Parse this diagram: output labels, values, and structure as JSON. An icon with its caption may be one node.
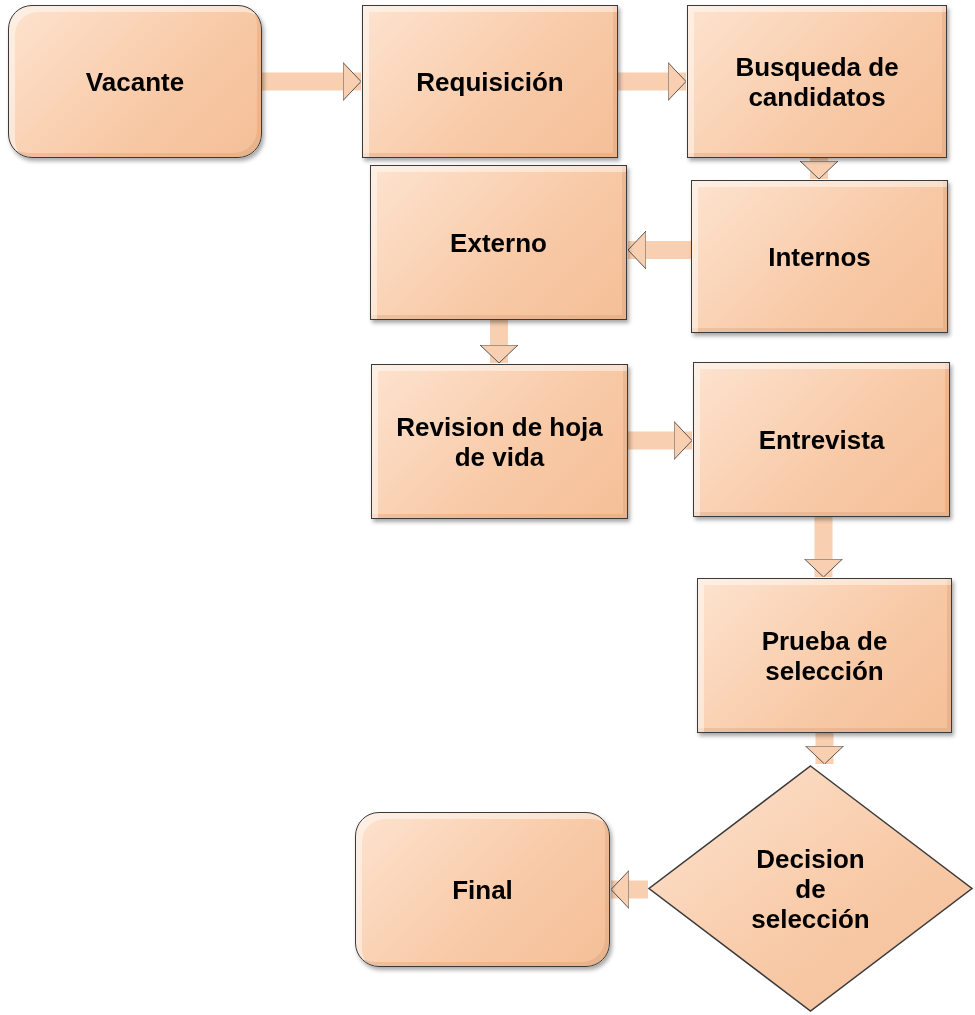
{
  "diagram": {
    "nodes": [
      {
        "text": [
          "Vacante"
        ]
      },
      {
        "text": [
          "Requisición"
        ]
      },
      {
        "text": [
          "Busqueda de candidatos"
        ]
      },
      {
        "text": [
          "Externo"
        ]
      },
      {
        "text": [
          "Internos"
        ]
      },
      {
        "text": [
          "Revision de hoja de vida"
        ]
      },
      {
        "text": [
          "Entrevista"
        ]
      },
      {
        "text": [
          "Prueba de selección"
        ]
      },
      {
        "text": [
          "Decision de selección"
        ]
      },
      {
        "text": [
          "Final"
        ]
      }
    ],
    "edges": [
      {
        "from": 0,
        "to": 1,
        "arrow": "to"
      },
      {
        "from": 1,
        "to": 2,
        "arrow": "to"
      },
      {
        "from": 2,
        "to": 4,
        "arrow": "to"
      },
      {
        "from": 4,
        "to": 3,
        "arrow": "to"
      },
      {
        "from": 3,
        "to": 5,
        "arrow": "to"
      },
      {
        "from": 5,
        "to": 6,
        "arrow": "to"
      },
      {
        "from": 6,
        "to": 7,
        "arrow": "to"
      },
      {
        "from": 7,
        "to": 8,
        "arrow": "to"
      },
      {
        "from": 8,
        "to": 9,
        "arrow": "to"
      }
    ]
  }
}
